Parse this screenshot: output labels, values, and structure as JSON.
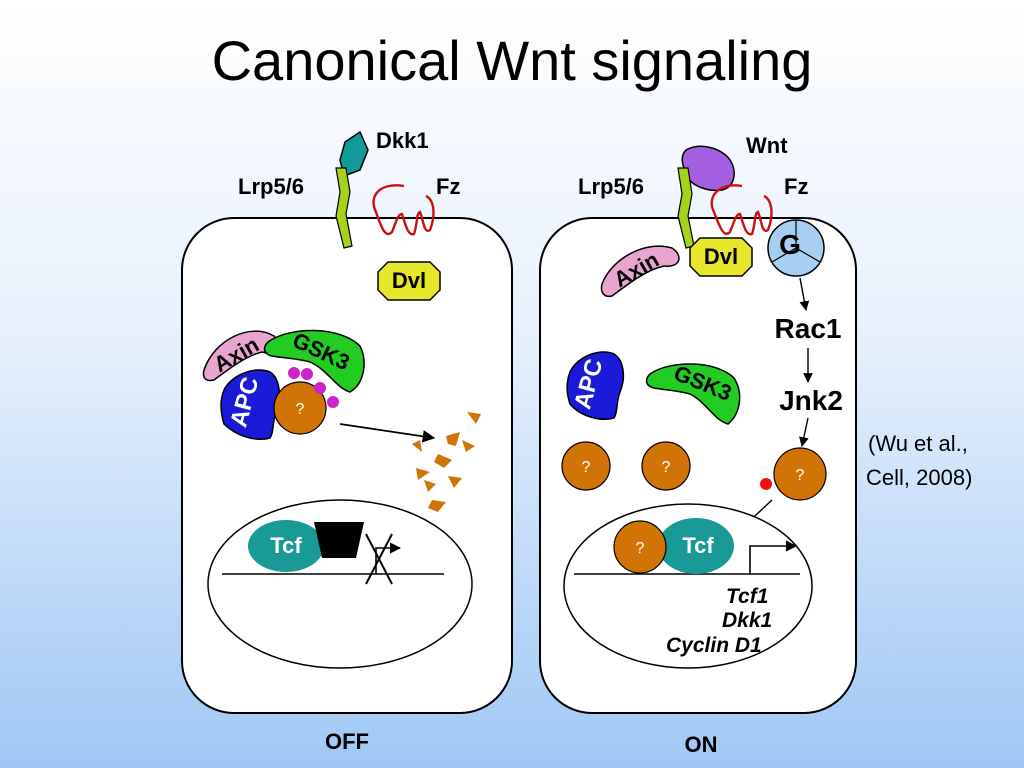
{
  "title": "Canonical Wnt signaling",
  "off_panel": {
    "state_label": "OFF",
    "ligand": "Dkk1",
    "coreceptor": "Lrp5/6",
    "receptor": "Fz",
    "dvl": "Dvl",
    "axin": "Axin",
    "gsk3": "GSK3",
    "apc": "APC",
    "beta_catenin": "?",
    "tcf": "Tcf"
  },
  "on_panel": {
    "state_label": "ON",
    "ligand": "Wnt",
    "coreceptor": "Lrp5/6",
    "receptor": "Fz",
    "g_protein": "G",
    "dvl": "Dvl",
    "axin": "Axin",
    "gsk3": "GSK3",
    "apc": "APC",
    "rac1": "Rac1",
    "jnk2": "Jnk2",
    "beta_catenin": "?",
    "tcf": "Tcf",
    "target_genes": [
      "Tcf1",
      "Dkk1",
      "Cyclin D1"
    ]
  },
  "citation": [
    "(Wu et al.,",
    "Cell, 2008)"
  ],
  "colors": {
    "axin": "#e8a6cf",
    "gsk3": "#22cc22",
    "apc": "#1a1ad8",
    "beta_catenin": "#d07408",
    "tcf": "#1a9a96",
    "dvl": "#e6e62a",
    "lrp": "#a6d21a",
    "dkk1": "#109a98",
    "wnt": "#a45ee0",
    "fz": "#cc1111",
    "g_protein": "#a8cff2",
    "phospho": "#cc22cc",
    "active_mark": "#ee1111"
  }
}
